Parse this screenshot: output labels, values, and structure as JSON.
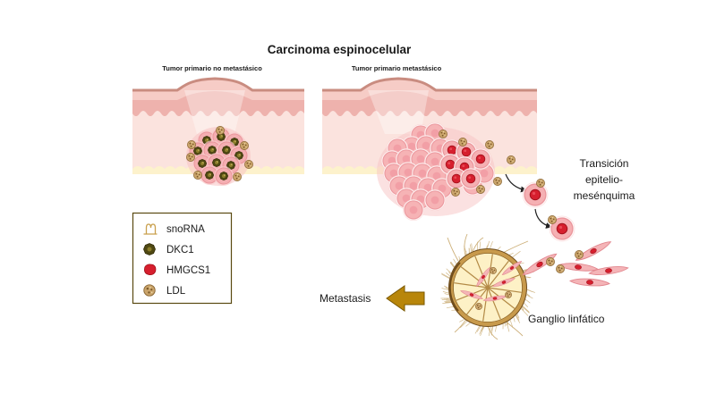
{
  "title": "Carcinoma espinocelular",
  "panels": {
    "left_label": "Tumor primario no metastásico",
    "right_label": "Tumor primario metastásico"
  },
  "emt_label": {
    "line1": "Transición",
    "line2": "epitelio-",
    "line3": "mesénquima"
  },
  "lymph_node_label": "Ganglio linfático",
  "metastasis_label": "Metastasis",
  "legend": {
    "items": [
      {
        "label": "snoRNA",
        "icon": "snorna-icon",
        "color": "#c9a04e"
      },
      {
        "label": "DKC1",
        "icon": "dkc1-icon",
        "color": "#4f4812"
      },
      {
        "label": "HMGCS1",
        "icon": "hmgcs1-icon",
        "color": "#d61f2e"
      },
      {
        "label": "LDL",
        "icon": "ldl-icon",
        "color": "#caa46b"
      }
    ]
  },
  "colors": {
    "metastasis_arrow": "#b8860b",
    "legend_border": "#5a4a12",
    "skin_epidermis": "#f6ccc6",
    "skin_dermis": "#fbe3de",
    "fat": "#fdf2cc"
  }
}
